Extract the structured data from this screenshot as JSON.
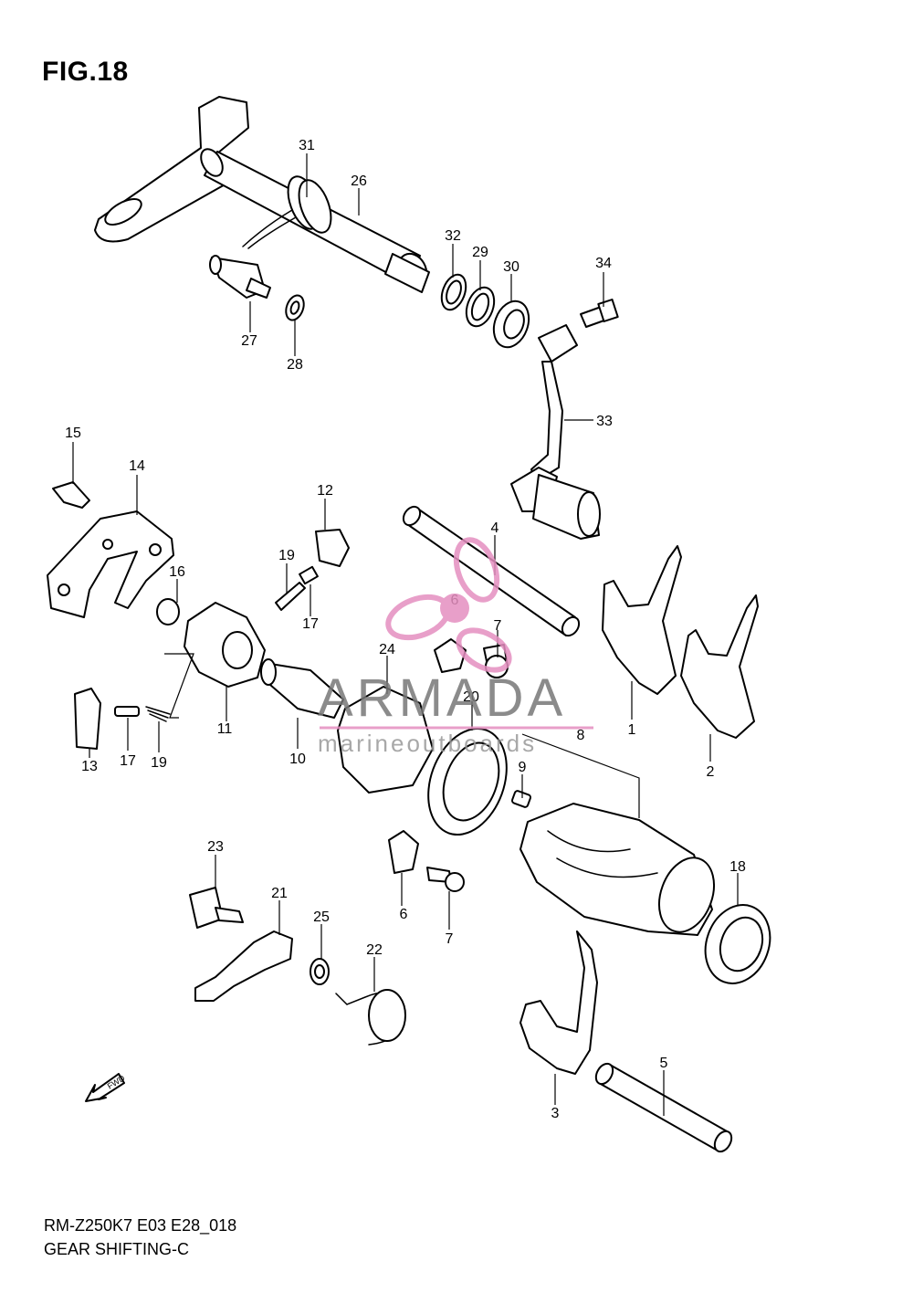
{
  "figure": {
    "title": "FIG.18",
    "footer_code": "RM-Z250K7 E03 E28_018",
    "footer_name": "GEAR SHIFTING-C"
  },
  "callouts": {
    "c1": "1",
    "c2": "2",
    "c3": "3",
    "c4": "4",
    "c5": "5",
    "c6a": "6",
    "c6b": "6",
    "c7a": "7",
    "c7b": "7",
    "c8": "8",
    "c9": "9",
    "c10": "10",
    "c11": "11",
    "c12": "12",
    "c13": "13",
    "c14": "14",
    "c15": "15",
    "c16": "16",
    "c17a": "17",
    "c17b": "17",
    "c18": "18",
    "c19a": "19",
    "c19b": "19",
    "c20": "20",
    "c21": "21",
    "c22": "22",
    "c23": "23",
    "c24": "24",
    "c25": "25",
    "c26": "26",
    "c27": "27",
    "c28": "28",
    "c29": "29",
    "c30": "30",
    "c31": "31",
    "c32": "32",
    "c33": "33",
    "c34": "34"
  },
  "fwd_label": "FWD",
  "watermark": {
    "brand": "ARMADA",
    "tagline": "marineoutboards",
    "logo_color": "#e58fc0"
  }
}
